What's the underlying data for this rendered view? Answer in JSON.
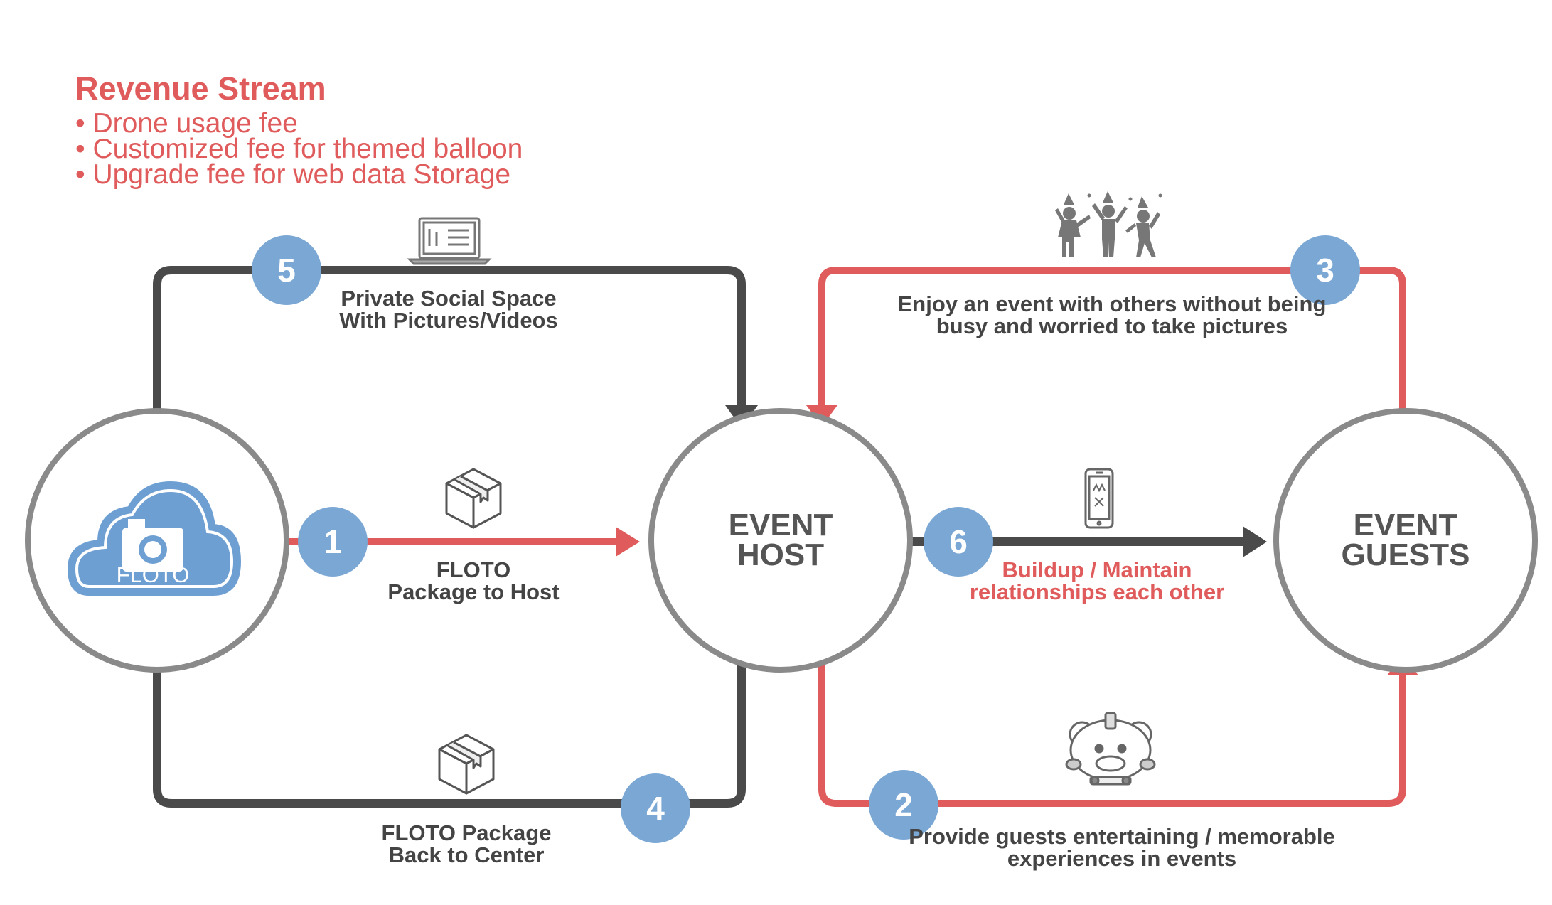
{
  "revenue": {
    "title": "Revenue Stream",
    "items": [
      "• Drone usage fee",
      "• Customized fee for themed balloon",
      "• Upgrade fee for web data Storage"
    ]
  },
  "nodes": {
    "floto_logo": "FLOTO",
    "event_host": [
      "EVENT",
      "HOST"
    ],
    "event_guests": [
      "EVENT",
      "GUESTS"
    ]
  },
  "flows": [
    {
      "number": "1",
      "label": [
        "FLOTO",
        "Package to Host"
      ]
    },
    {
      "number": "2",
      "label": [
        "Provide guests entertaining / memorable",
        "experiences in events"
      ]
    },
    {
      "number": "3",
      "label": [
        "Enjoy an event with others without being",
        "busy and worried to take pictures"
      ]
    },
    {
      "number": "4",
      "label": [
        "FLOTO Package",
        "Back to Center"
      ]
    },
    {
      "number": "5",
      "label": [
        "Private Social Space",
        "With Pictures/Videos"
      ]
    },
    {
      "number": "6",
      "label": [
        "Buildup / Maintain",
        "relationships each other"
      ]
    }
  ],
  "colors": {
    "red": "#e05b5b",
    "dark": "#4a4a4a",
    "badge": "#7aa7d4",
    "ring": "#8a8a8a"
  },
  "icons": [
    "laptop-icon",
    "package-box-icon",
    "party-people-icon",
    "smartphone-icon",
    "bear-drone-icon",
    "cloud-camera-logo"
  ]
}
